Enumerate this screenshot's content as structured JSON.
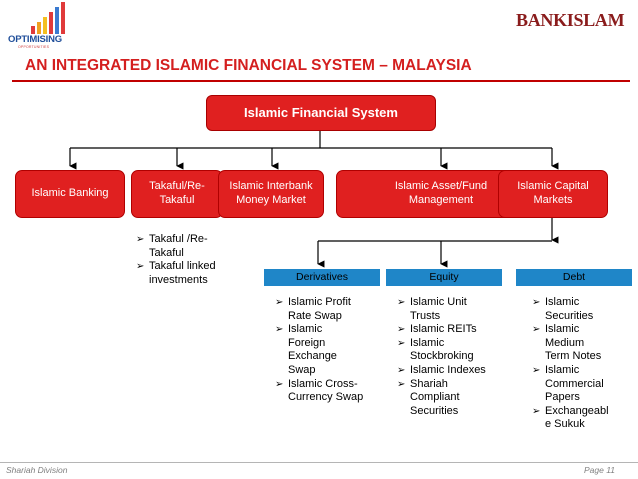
{
  "header": {
    "logo_left_text": "OPTIMISING",
    "logo_left_tagline": "OPPORTUNITIES",
    "logo_right_text": "BANKISLAM"
  },
  "title": "AN INTEGRATED ISLAMIC FINANCIAL SYSTEM – MALAYSIA",
  "diagram": {
    "root": "Islamic Financial System",
    "categories": [
      "Islamic Banking",
      "Takaful/Re-Takaful",
      "Islamic Interbank Money Market",
      "Islamic Asset/Fund Management",
      "Islamic Capital Markets"
    ],
    "takaful_items": [
      "Takaful /Re-Takaful",
      "Takaful linked investments"
    ],
    "capital_market_groups": [
      {
        "label": "Derivatives",
        "items": [
          "Islamic Profit Rate Swap",
          "Islamic Foreign Exchange Swap",
          "Islamic Cross-Currency Swap"
        ]
      },
      {
        "label": "Equity",
        "items": [
          "Islamic Unit Trusts",
          "Islamic REITs",
          "Islamic Stockbroking",
          "Islamic Indexes",
          "Shariah Compliant Securities"
        ]
      },
      {
        "label": "Debt",
        "items": [
          "Islamic Securities",
          "Islamic Medium Term Notes",
          "Islamic Commercial Papers",
          "Exchangeable Sukuk"
        ]
      }
    ]
  },
  "footer": {
    "left": "Shariah Division",
    "right": "Page 11"
  }
}
